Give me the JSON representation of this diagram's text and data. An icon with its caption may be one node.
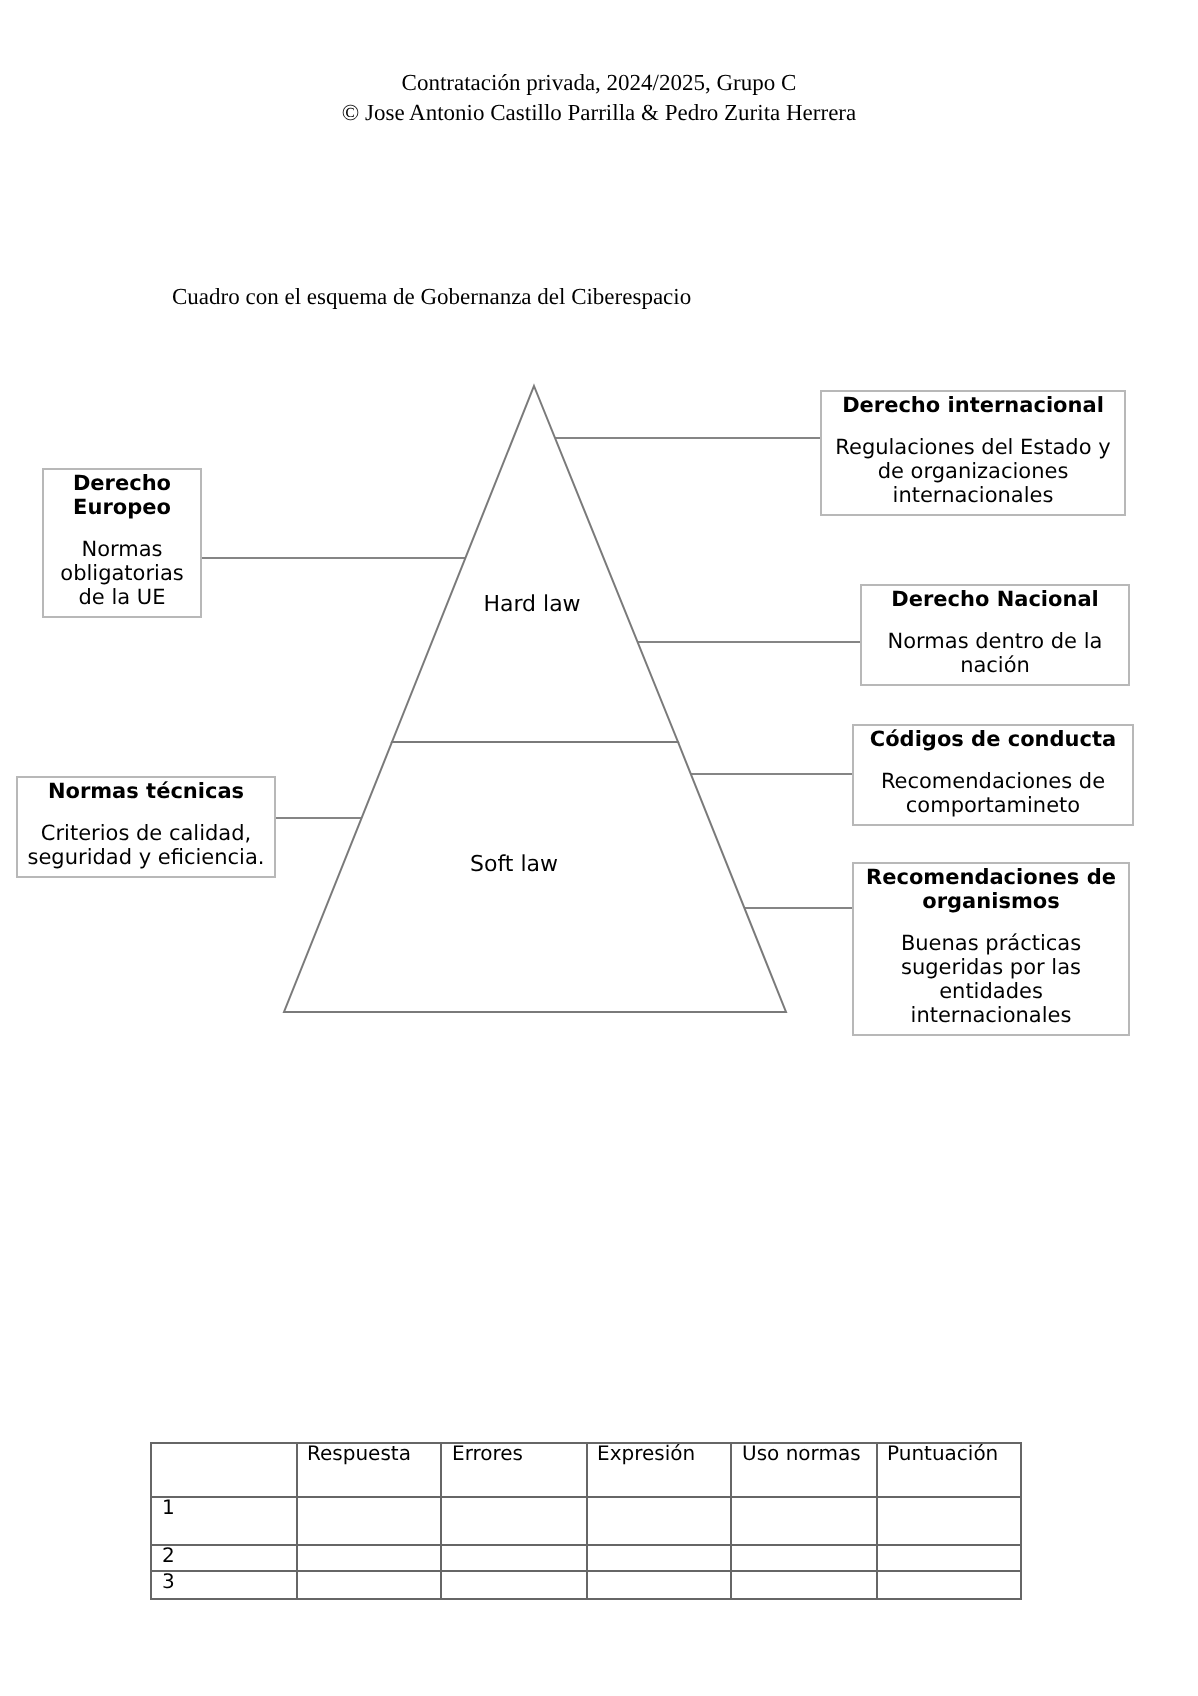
{
  "diagram": {
    "title": "Cuadro con el esquema de Gobernanza del Ciberespacio",
    "nodes": [
      {
        "text": [
          "Hard law"
        ]
      },
      {
        "text": [
          "Soft law"
        ]
      },
      {
        "text": [
          "Derecho Europeo",
          "Normas obligatorias de la UE"
        ]
      },
      {
        "text": [
          "Normas técnicas",
          "Criterios de calidad, seguridad y eficiencia."
        ]
      },
      {
        "text": [
          "Derecho internacional",
          "Regulaciones del Estado y de organizaciones internacionales"
        ]
      },
      {
        "text": [
          "Derecho Nacional",
          "Normas dentro de la nación"
        ]
      },
      {
        "text": [
          "Códigos de conducta",
          "Recomendaciones de comportamineto"
        ]
      },
      {
        "text": [
          "Recomendaciones de organismos",
          "Buenas prácticas sugeridas por las entidades internacionales"
        ]
      }
    ],
    "edges": [
      {
        "from": 2,
        "to": 0,
        "arrow": "none"
      },
      {
        "from": 3,
        "to": 1,
        "arrow": "none"
      },
      {
        "from": 4,
        "to": 0,
        "arrow": "none"
      },
      {
        "from": 5,
        "to": 0,
        "arrow": "none"
      },
      {
        "from": 6,
        "to": 1,
        "arrow": "none"
      },
      {
        "from": 7,
        "to": 1,
        "arrow": "none"
      }
    ],
    "labels": [
      "Contratación privada, 2024/2025, Grupo C",
      "© Jose Antonio Castillo Parrilla & Pedro Zurita Herrera",
      "Respuesta",
      "Errores",
      "Expresión",
      "Uso normas",
      "Puntuación",
      "1",
      "2",
      "3"
    ]
  }
}
